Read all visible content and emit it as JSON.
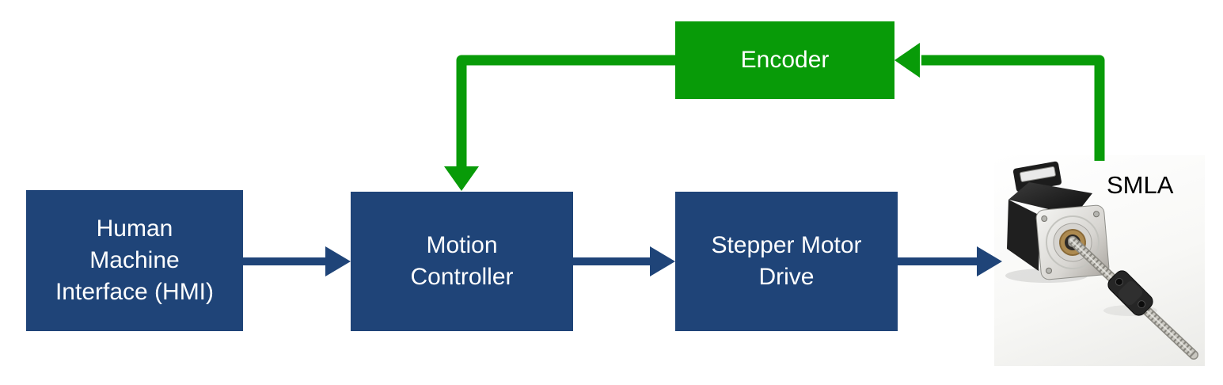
{
  "diagram": {
    "nodes": {
      "hmi": {
        "lines": [
          "Human",
          "Machine",
          "Interface (HMI)"
        ]
      },
      "motion_controller": {
        "lines": [
          "Motion",
          "Controller"
        ]
      },
      "stepper_motor_drive": {
        "lines": [
          "Stepper Motor",
          "Drive"
        ]
      },
      "encoder": {
        "label": "Encoder"
      },
      "smla": {
        "label": "SMLA"
      }
    },
    "connections": [
      {
        "from": "hmi",
        "to": "motion_controller",
        "color": "#1F4478",
        "type": "arrow-right"
      },
      {
        "from": "motion_controller",
        "to": "stepper_motor_drive",
        "color": "#1F4478",
        "type": "arrow-right"
      },
      {
        "from": "stepper_motor_drive",
        "to": "smla",
        "color": "#1F4478",
        "type": "arrow-right"
      },
      {
        "from": "smla",
        "to": "encoder",
        "color": "#089B08",
        "type": "feedback-elbow-left"
      },
      {
        "from": "encoder",
        "to": "motion_controller",
        "color": "#089B08",
        "type": "feedback-elbow-down"
      }
    ],
    "colors": {
      "box_fill_blue": "#1F4478",
      "feedback_green": "#089B08",
      "box_text": "#FFFFFF",
      "smla_label_text": "#000000",
      "background": "#FFFFFF"
    }
  }
}
